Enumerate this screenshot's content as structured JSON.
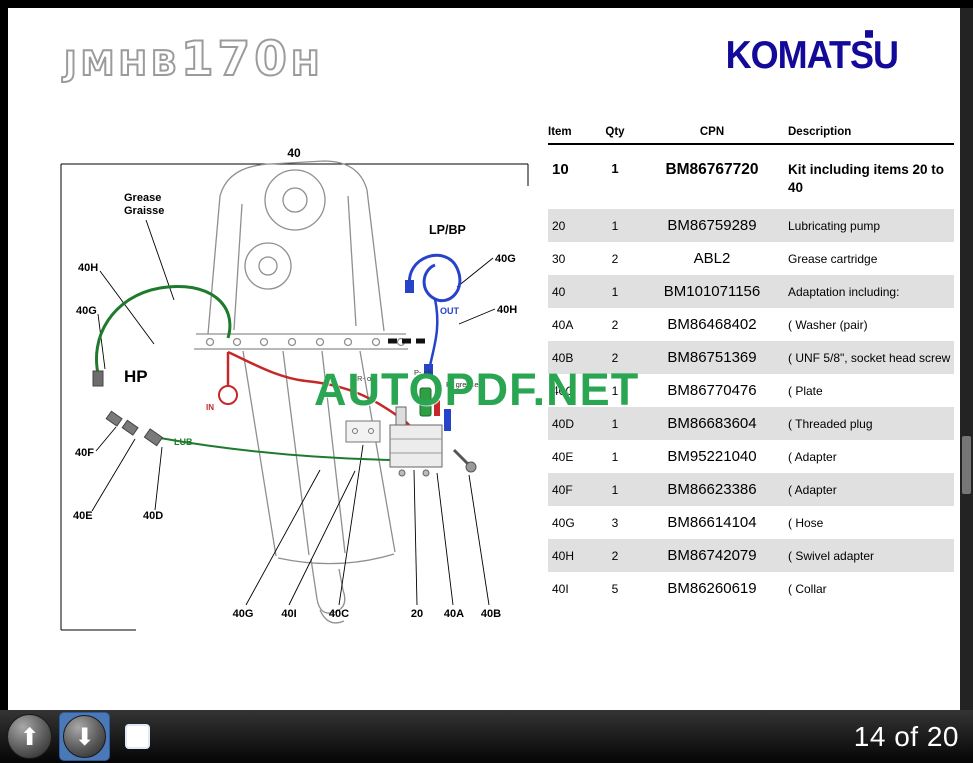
{
  "header": {
    "model_logo": {
      "part1": "JMHB",
      "part2": "170",
      "part3": "H"
    },
    "brand_logo": "KOMATSU"
  },
  "watermark": "AUTOPDF.NET",
  "colors": {
    "brand_blue": "#140a9a",
    "watermark_green": "#2aa551",
    "hose_green": "#1e7b2d",
    "hose_red": "#c62828",
    "hose_blue": "#2743c9",
    "shaded_row": "#e0e0e0"
  },
  "diagram": {
    "dim_width": "40",
    "grease_en": "Grease",
    "grease_fr": "Graisse",
    "lp_bp": "LP/BP",
    "hp": "HP",
    "lub": "LUB",
    "in_label": "IN",
    "out_label": "OUT",
    "r_oil": "R- oil",
    "p_oil": "P- oil",
    "p_grease": "P- grease",
    "left_labels": [
      "40H",
      "40G",
      "40F",
      "40E",
      "40D"
    ],
    "right_labels": [
      "40G",
      "40H"
    ],
    "bottom_labels": [
      "40G",
      "40I",
      "40C",
      "20",
      "40A",
      "40B"
    ]
  },
  "table": {
    "headers": [
      "Item",
      "Qty",
      "CPN",
      "Description"
    ],
    "kit_row": {
      "item": "10",
      "qty": "1",
      "cpn": "BM86767720",
      "desc": "Kit including items 20 to 40"
    },
    "rows": [
      {
        "item": "20",
        "qty": "1",
        "cpn": "BM86759289",
        "desc": "Lubricating pump"
      },
      {
        "item": "30",
        "qty": "2",
        "cpn": "ABL2",
        "desc": "Grease cartridge"
      },
      {
        "item": "40",
        "qty": "1",
        "cpn": "BM101071156",
        "desc": "Adaptation including:"
      },
      {
        "item": "40A",
        "qty": "2",
        "cpn": "BM86468402",
        "desc": "( Washer (pair)"
      },
      {
        "item": "40B",
        "qty": "2",
        "cpn": "BM86751369",
        "desc": "( UNF 5/8\", socket head screw"
      },
      {
        "item": "40C",
        "qty": "1",
        "cpn": "BM86770476",
        "desc": "( Plate"
      },
      {
        "item": "40D",
        "qty": "1",
        "cpn": "BM86683604",
        "desc": "( Threaded plug"
      },
      {
        "item": "40E",
        "qty": "1",
        "cpn": "BM95221040",
        "desc": "( Adapter"
      },
      {
        "item": "40F",
        "qty": "1",
        "cpn": "BM86623386",
        "desc": "( Adapter"
      },
      {
        "item": "40G",
        "qty": "3",
        "cpn": "BM86614104",
        "desc": "( Hose"
      },
      {
        "item": "40H",
        "qty": "2",
        "cpn": "BM86742079",
        "desc": "( Swivel adapter"
      },
      {
        "item": "40I",
        "qty": "5",
        "cpn": "BM86260619",
        "desc": "( Collar"
      }
    ]
  },
  "toolbar": {
    "up_glyph": "⬆",
    "down_glyph": "⬇",
    "page_indicator": "14 of 20"
  }
}
